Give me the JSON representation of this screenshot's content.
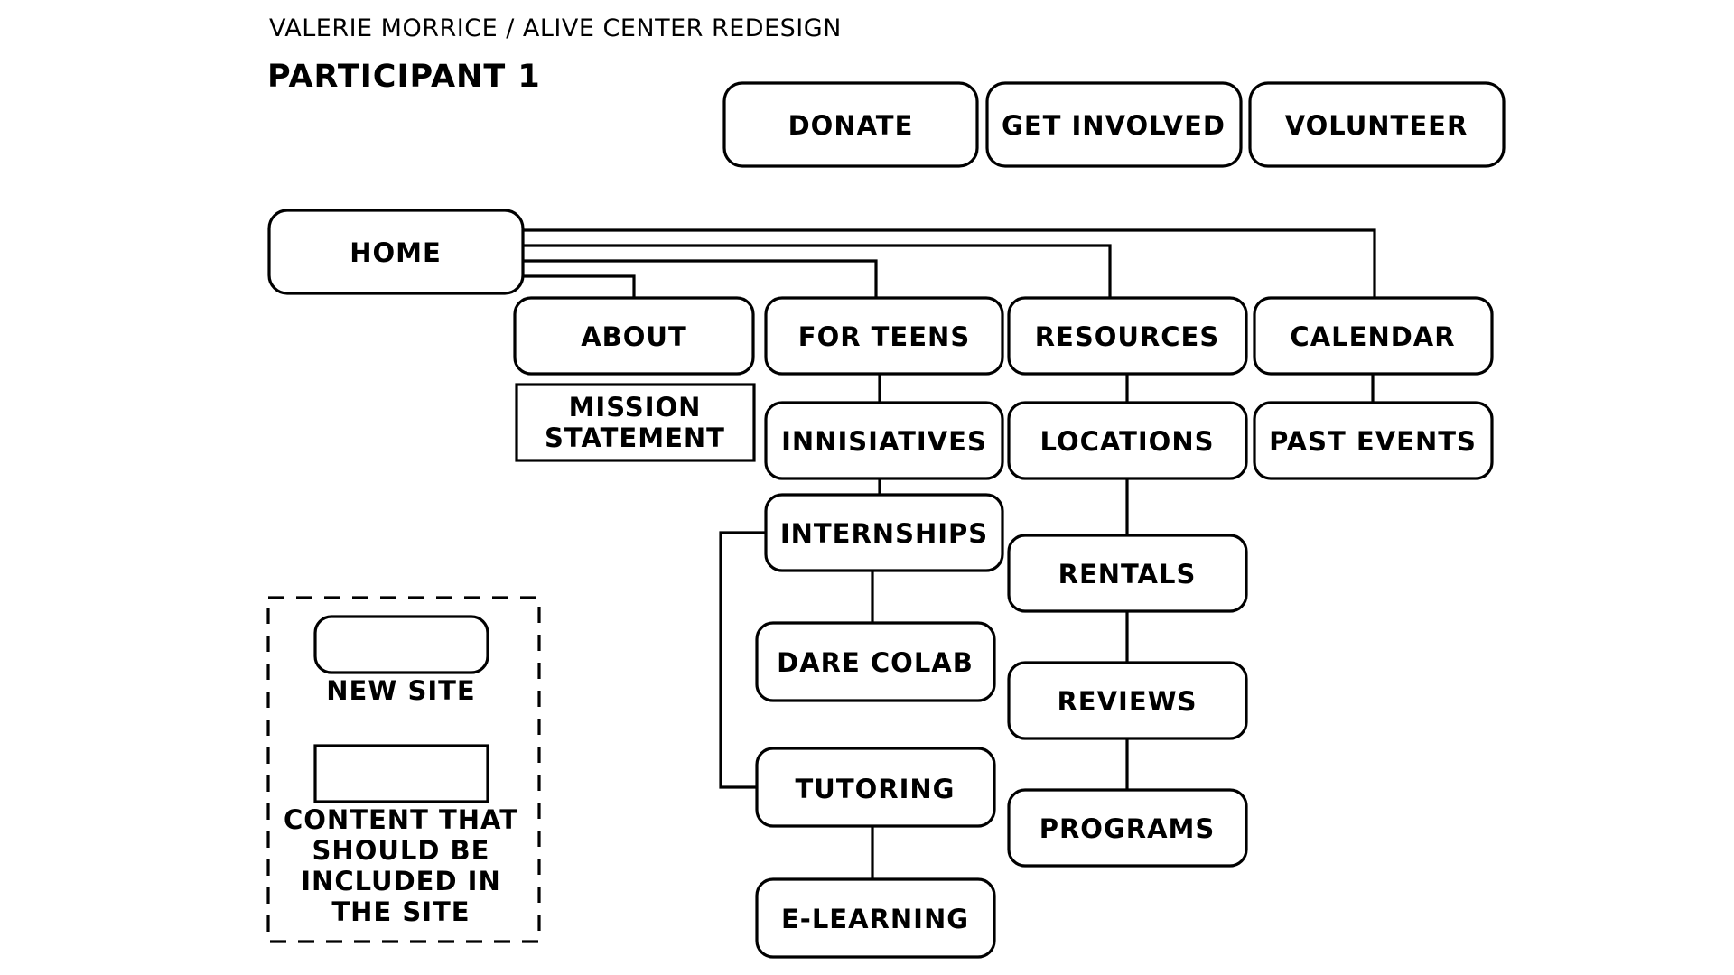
{
  "header": {
    "subtitle": "VALERIE MORRICE / ALIVE CENTER REDESIGN",
    "title": "PARTICIPANT 1"
  },
  "utility_nav": {
    "donate": "DONATE",
    "get_involved": "GET INVOLVED",
    "volunteer": "VOLUNTEER"
  },
  "sitemap": {
    "home": "HOME",
    "about": {
      "label": "ABOUT",
      "children": {
        "mission_statement": [
          "MISSION",
          "STATEMENT"
        ]
      }
    },
    "for_teens": {
      "label": "FOR TEENS",
      "children": {
        "innisiatives": "INNISIATIVES",
        "internships": "INTERNSHIPS",
        "dare_colab": "DARE COLAB",
        "tutoring": "TUTORING",
        "e_learning": "E-LEARNING"
      }
    },
    "resources": {
      "label": "RESOURCES",
      "children": {
        "locations": "LOCATIONS",
        "rentals": "RENTALS",
        "reviews": "REVIEWS",
        "programs": "PROGRAMS"
      }
    },
    "calendar": {
      "label": "CALENDAR",
      "children": {
        "past_events": "PAST EVENTS"
      }
    }
  },
  "legend": {
    "new_site": "NEW SITE",
    "content": [
      "CONTENT THAT",
      "SHOULD BE",
      "INCLUDED IN",
      "THE SITE"
    ]
  }
}
